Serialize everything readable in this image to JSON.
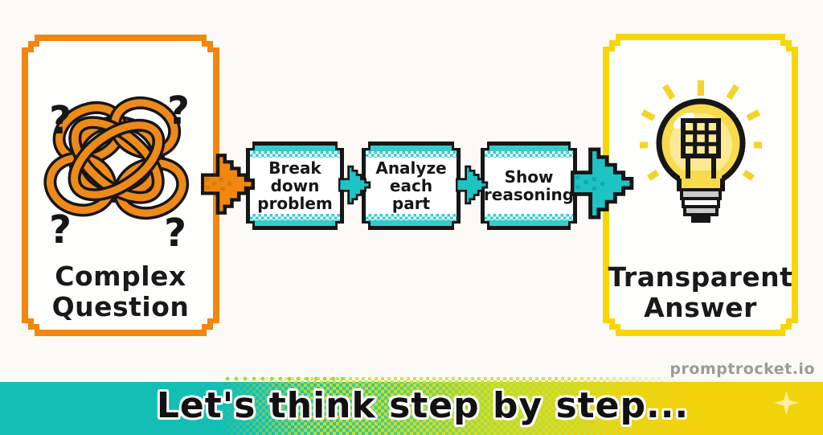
{
  "diagram": {
    "left_box": {
      "label": "Complex\nQuestion",
      "qmarks": [
        "?",
        "?",
        "?",
        "?"
      ],
      "border_color": "#F1870E",
      "icon": "tangled-knot"
    },
    "steps": [
      {
        "label": "Break\ndown\nproblem"
      },
      {
        "label": "Analyze\neach\npart"
      },
      {
        "label": "Show\nreasoning"
      }
    ],
    "right_box": {
      "label": "Transparent\nAnswer",
      "border_color": "#F8D506",
      "icon": "lightbulb"
    },
    "arrow_colors": {
      "orange": "#F1870E",
      "teal": "#1EC3C6"
    },
    "step_box_colors": {
      "border": "#161616",
      "band_teal": "#39CBCB",
      "fill": "#FFFFFF"
    }
  },
  "watermark": "promptrocket.io",
  "banner": {
    "caption": "Let's think step by step...",
    "teal": "#13BEB5",
    "yellow": "#F2D20B",
    "sparkle_color": "#FBF2A2"
  },
  "colors": {
    "background": "#FBFAF6",
    "text": "#161616",
    "watermark_gray": "#9B9B9B",
    "bulb_yellow": "#F8DB4D",
    "bulb_base_gray": "#C8CACC"
  }
}
